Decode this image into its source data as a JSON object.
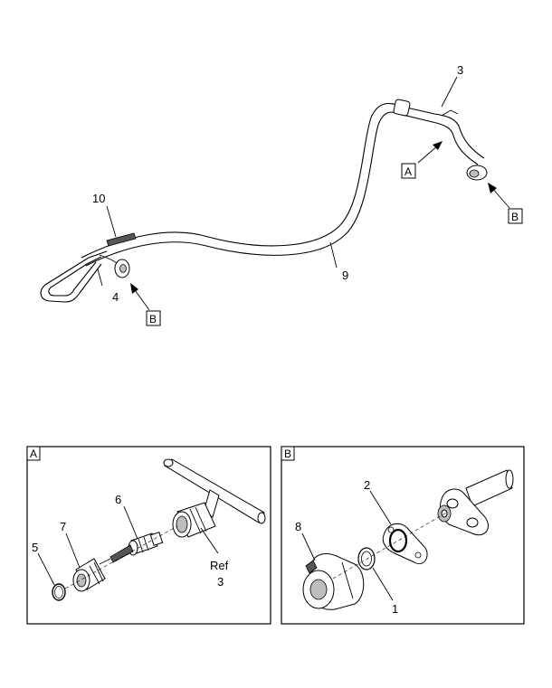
{
  "main_view": {
    "callouts": {
      "c3": "3",
      "c10": "10",
      "c4": "4",
      "c9": "9"
    },
    "view_refs": {
      "a": "A",
      "b_right": "B",
      "b_left": "B"
    }
  },
  "detail_a": {
    "label": "A",
    "callouts": {
      "c5": "5",
      "c7": "7",
      "c6": "6",
      "ref": "Ref",
      "ref_num": "3"
    }
  },
  "detail_b": {
    "label": "B",
    "callouts": {
      "c2": "2",
      "c8": "8",
      "c1": "1"
    }
  },
  "colors": {
    "line": "#000000",
    "shade": "#bdbdbd",
    "background": "#ffffff"
  }
}
